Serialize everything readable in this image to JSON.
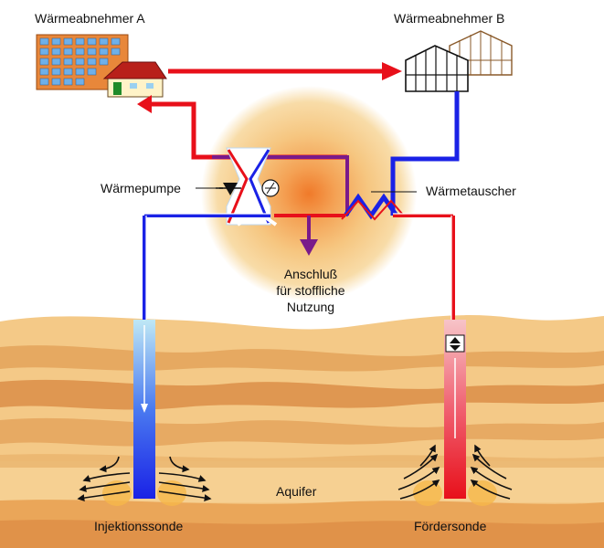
{
  "labels": {
    "consumer_a": "Wärmeabnehmer A",
    "consumer_b": "Wärmeabnehmer B",
    "heat_pump": "Wärmepumpe",
    "heat_exchanger": "Wärmetauscher",
    "connection_line1": "Anschluß",
    "connection_line2": "für stoffliche",
    "connection_line3": "Nutzung",
    "aquifer": "Aquifer",
    "injection_well": "Injektionssonde",
    "production_well": "Fördersonde"
  },
  "colors": {
    "hot_pipe": "#e8101a",
    "cold_pipe": "#1a22e6",
    "mixed_pipe": "#7a1a8a",
    "glow_outer": "#f6d59a",
    "glow_core": "#f08a3a",
    "strata_light": "#f4c987",
    "strata_dark": "#d8863f"
  }
}
